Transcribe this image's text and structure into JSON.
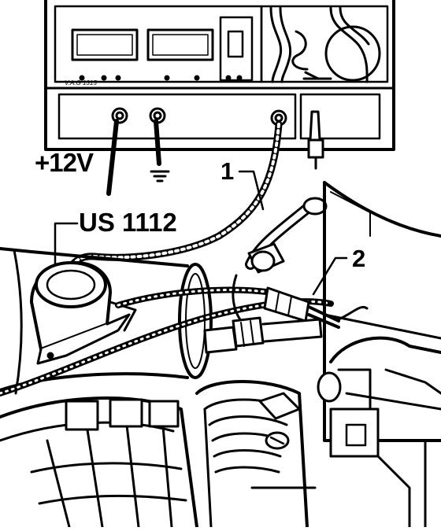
{
  "labels": {
    "supply_voltage": "+12V",
    "tester": "US 1112",
    "callout_1": "1",
    "callout_2": "2",
    "meter_model": "V.A.G 1315"
  }
}
